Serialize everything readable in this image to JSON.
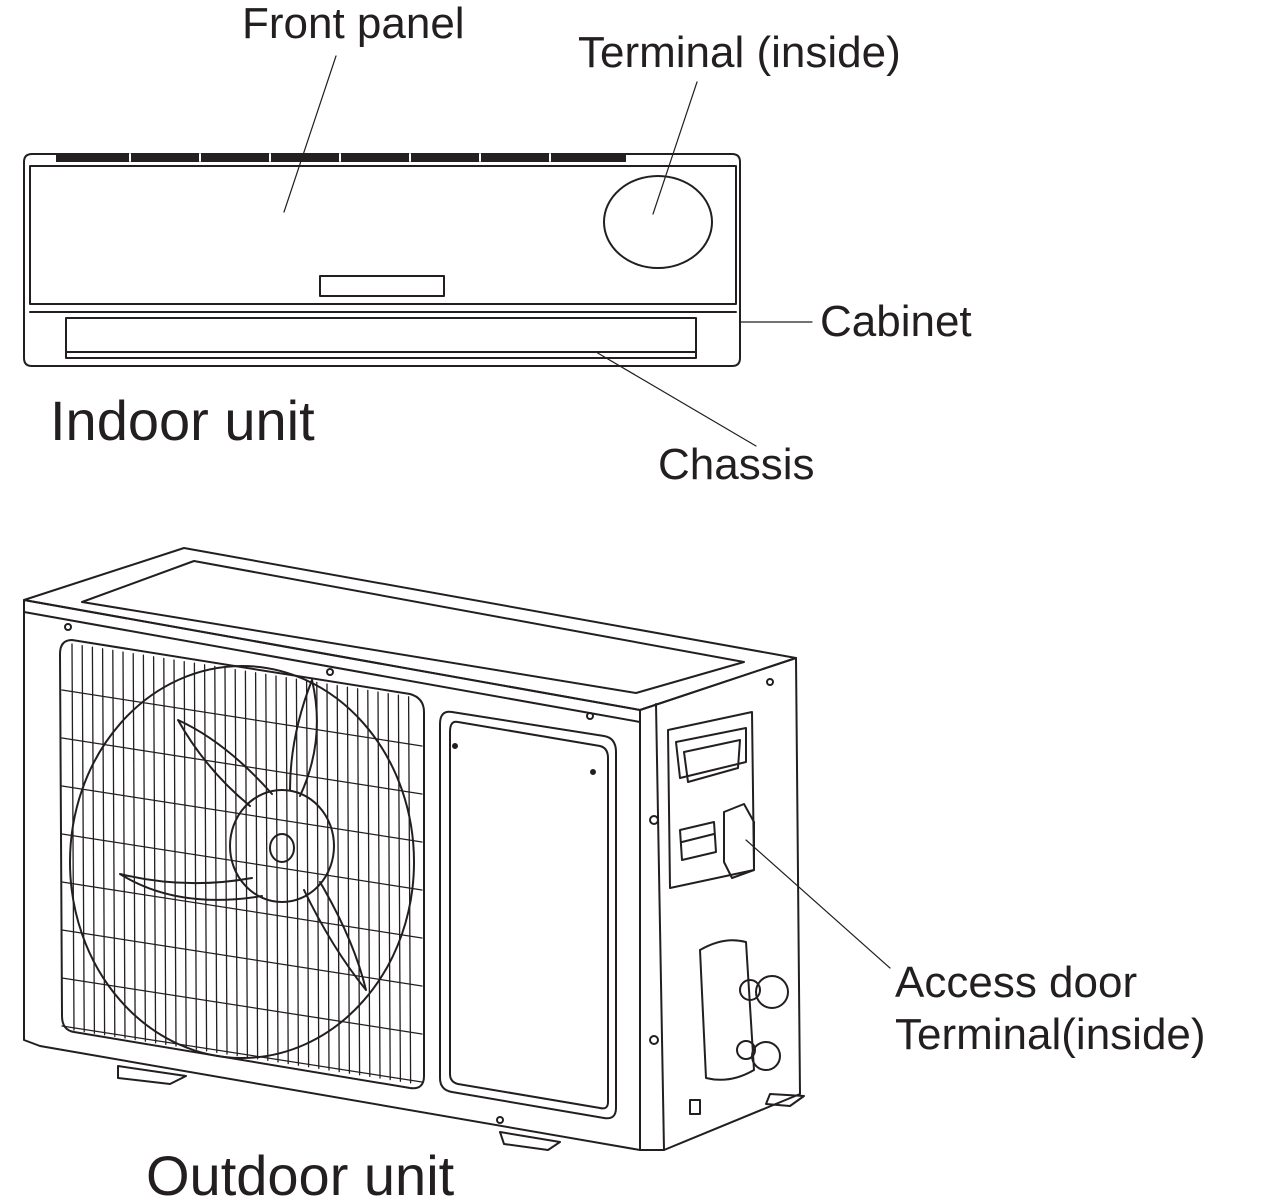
{
  "labels": {
    "front_panel": "Front panel",
    "terminal_inside": "Terminal (inside)",
    "cabinet": "Cabinet",
    "chassis": "Chassis",
    "indoor_unit": "Indoor unit",
    "access_door": "Access door",
    "terminal_inside_2": "Terminal(inside)",
    "outdoor_unit": "Outdoor unit"
  },
  "colors": {
    "ink": "#231f20",
    "background": "#ffffff"
  }
}
